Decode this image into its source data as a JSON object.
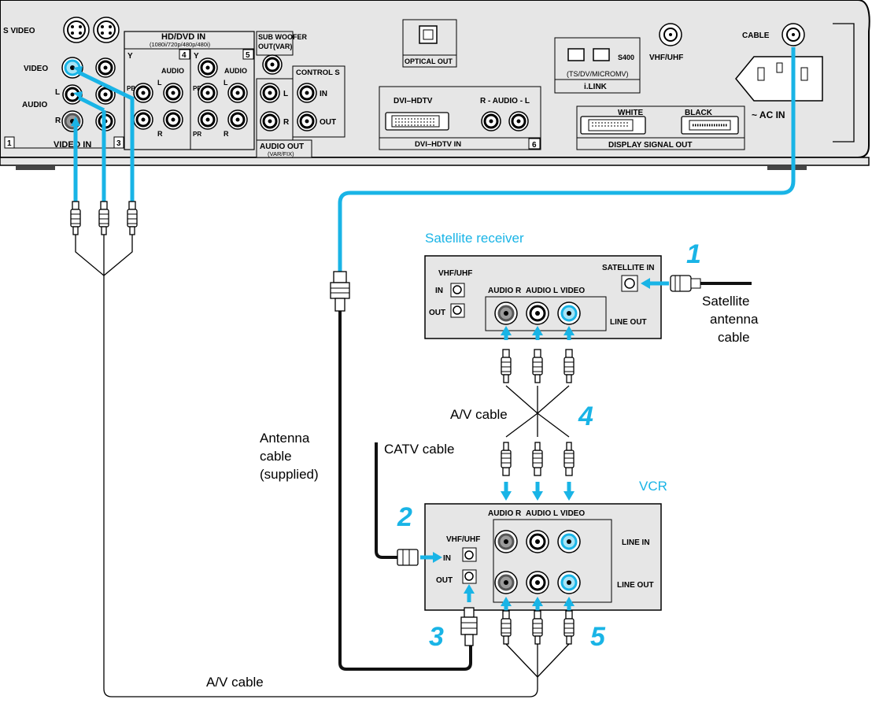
{
  "colors": {
    "accent": "#19b4e6",
    "cable": "#222222",
    "panel": "#e6e6e6",
    "jack_gray": "#9a9a9a"
  },
  "tv_panel": {
    "s_video": "S VIDEO",
    "video": "VIDEO",
    "l": "L",
    "audio": "AUDIO",
    "r": "R",
    "video_in_num1": "1",
    "video_in": "VIDEO IN",
    "video_in_num3": "3",
    "hd_dvd_in": "HD/DVD IN",
    "hd_dvd_formats": "(1080i/720p/480p/480i)",
    "y": "Y",
    "pb": "PB",
    "pr": "PR",
    "num4": "4",
    "num5": "5",
    "sub_woofer": "SUB WOOFER",
    "out_var": "OUT(VAR)",
    "audio_out": "AUDIO OUT",
    "var_fix": "(VAR/FIX)",
    "control_s": "CONTROL S",
    "in": "IN",
    "out": "OUT",
    "optical_out": "OPTICAL OUT",
    "dvi_hdtv": "DVI–HDTV",
    "r_audio_l": "R - AUDIO - L",
    "dvi_hdtv_in": "DVI–HDTV IN",
    "num6": "6",
    "ilink_formats": "(TS/DV/MICROMV)",
    "s400": "S400",
    "ilink": "i.LINK",
    "vhf_uhf": "VHF/UHF",
    "cable": "CABLE",
    "white": "WHITE",
    "black": "BLACK",
    "display_signal_out": "DISPLAY SIGNAL OUT",
    "ac_in": "~ AC IN"
  },
  "satellite": {
    "title": "Satellite receiver",
    "vhf_uhf": "VHF/UHF",
    "in": "IN",
    "out": "OUT",
    "audio_r": "AUDIO R",
    "audio_l": "AUDIO L",
    "video": "VIDEO",
    "satellite_in": "SATELLITE IN",
    "line_out": "LINE OUT"
  },
  "vcr": {
    "title": "VCR",
    "audio_r": "AUDIO R",
    "audio_l": "AUDIO L",
    "video": "VIDEO",
    "vhf_uhf": "VHF/UHF",
    "in": "IN",
    "out": "OUT",
    "line_in": "LINE IN",
    "line_out": "LINE OUT"
  },
  "captions": {
    "satellite_cable_1": "Satellite",
    "satellite_cable_2": "antenna",
    "satellite_cable_3": "cable",
    "av_cable_mid": "A/V cable",
    "catv_cable": "CATV cable",
    "antenna_1": "Antenna",
    "antenna_2": "cable",
    "antenna_3": "(supplied)",
    "av_cable_bottom": "A/V cable"
  },
  "steps": {
    "s1": "1",
    "s2": "2",
    "s3": "3",
    "s4": "4",
    "s5": "5"
  }
}
